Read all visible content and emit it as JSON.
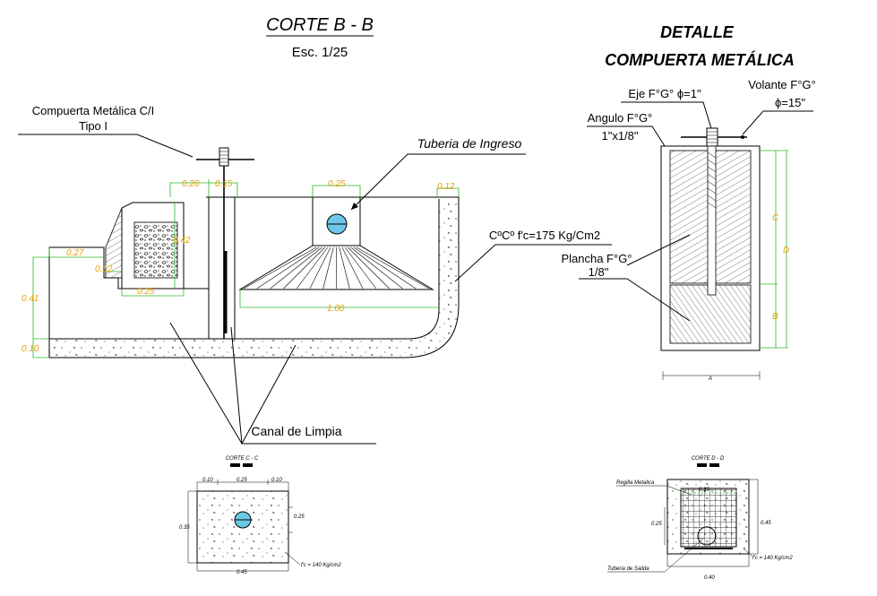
{
  "section_bb": {
    "title": "CORTE B - B",
    "scale": "Esc. 1/25",
    "gate_label_1": "Compuerta Metálica C/I",
    "gate_label_2": "Tipo I",
    "pipe_label": "Tuberia de Ingreso",
    "concrete_label": "CºCº f'c=175 Kg/Cm2",
    "channel_label": "Canal de Limpia",
    "dims": {
      "d020": "0.20",
      "d015": "0.15",
      "d025": "0.25",
      "d012a": "0.12",
      "d027": "0.27",
      "d012b": "0.12",
      "d042": "0.42",
      "d025b": "0.25",
      "d041": "0.41",
      "d010": "0.10",
      "d100": "1.00"
    }
  },
  "detail": {
    "title_1": "DETALLE",
    "title_2": "COMPUERTA METÁLICA",
    "shaft_label": "Eje F°G° ϕ=1\"",
    "wheel_label_1": "Volante F°G°",
    "wheel_label_2": "ϕ=15\"",
    "angle_label_1": "Angulo F°G°",
    "angle_label_2": "1\"x1/8\"",
    "plate_label_1": "Plancha F°G°",
    "plate_label_2": "1/8\"",
    "dim_c": "C",
    "dim_d": "D",
    "dim_b": "B",
    "dim_a": "A"
  },
  "section_cc": {
    "title": "CORTE C - C",
    "d010a": "0.10",
    "d025": "0.25",
    "d010b": "0.10",
    "d035": "0.35",
    "d025v": "0.25",
    "d045": "0.45",
    "concrete": "f'c = 140 Kg/cm2"
  },
  "section_dd": {
    "title": "CORTE D - D",
    "grille_label": "Regilla Metalica",
    "outlet_label": "Tuberia de Salida",
    "d035": "0.35",
    "d025": "0.25",
    "d045": "0.45",
    "d040": "0.40",
    "concrete": "f'c = 140 Kg/cm2"
  }
}
